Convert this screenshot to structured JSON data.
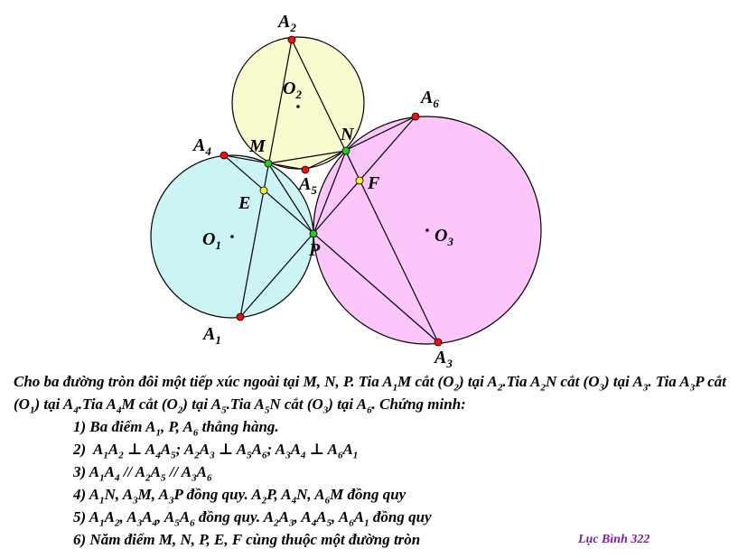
{
  "colors": {
    "circle_o1": "#ccf4f4",
    "circle_o2": "#fafacf",
    "circle_o3": "#fcc6fa",
    "point_red": "#ee1111",
    "point_green": "#22cc22",
    "point_yellow": "#f2f22a",
    "signature": "#7b1fa2"
  },
  "labels": {
    "A2": {
      "main": "A",
      "sub": "2"
    },
    "O2": {
      "main": "O",
      "sub": "2"
    },
    "A6": {
      "main": "A",
      "sub": "6"
    },
    "A4": {
      "main": "A",
      "sub": "4"
    },
    "M": {
      "main": "M",
      "sub": ""
    },
    "N": {
      "main": "N",
      "sub": ""
    },
    "F": {
      "main": "F",
      "sub": ""
    },
    "A5": {
      "main": "A",
      "sub": "5"
    },
    "E": {
      "main": "E",
      "sub": ""
    },
    "O1": {
      "main": "O",
      "sub": "1"
    },
    "P": {
      "main": "P",
      "sub": ""
    },
    "O3": {
      "main": "O",
      "sub": "3"
    },
    "A1": {
      "main": "A",
      "sub": "1"
    },
    "A3": {
      "main": "A",
      "sub": "3"
    }
  },
  "problem": {
    "intro_html": "Cho ba đường tròn đôi một tiếp xúc ngoài tại M, N, P. Tia A<sub>1</sub>M cắt (O<sub>2</sub>) tại A<sub>2</sub>.Tia A<sub>2</sub>N cắt (O<sub>3</sub>) tại A<sub>3</sub>. Tia A<sub>3</sub>P cắt (O<sub>1</sub>) tại A<sub>4</sub>.Tia A<sub>4</sub>M cắt (O<sub>2</sub>) tại A<sub>5</sub>.Tia A<sub>5</sub>N cắt (O<sub>3</sub>) tại A<sub>6</sub>. Chứng minh:",
    "items_html": [
      "1) Ba điểm A<sub>1</sub>, P, A<sub>6</sub> thẳng hàng.",
      "2)&nbsp; A<sub>1</sub>A<sub>2</sub> ⊥ A<sub>4</sub>A<sub>5</sub>; A<sub>2</sub>A<sub>3</sub> ⊥ A<sub>5</sub>A<sub>6</sub>; A<sub>3</sub>A<sub>4</sub> ⊥ A<sub>6</sub>A<sub>1</sub>",
      "3) A<sub>1</sub>A<sub>4</sub> // A<sub>2</sub>A<sub>5</sub> // A<sub>3</sub>A<sub>6</sub>",
      "4) A<sub>1</sub>N, A<sub>3</sub>M, A<sub>3</sub>P đồng quy. A<sub>2</sub>P, A<sub>4</sub>N, A<sub>6</sub>M đồng quy",
      "5) A<sub>1</sub>A<sub>2</sub>, A<sub>3</sub>A<sub>4</sub>, A<sub>5</sub>A<sub>6</sub> đồng quy. A<sub>2</sub>A<sub>3</sub>, A<sub>4</sub>A<sub>5</sub>, A<sub>6</sub>A<sub>1</sub> đồng quy",
      "6) Năm điểm M, N, P, E, F cùng thuộc một đường tròn"
    ]
  },
  "signature": "Lục Bình 322"
}
